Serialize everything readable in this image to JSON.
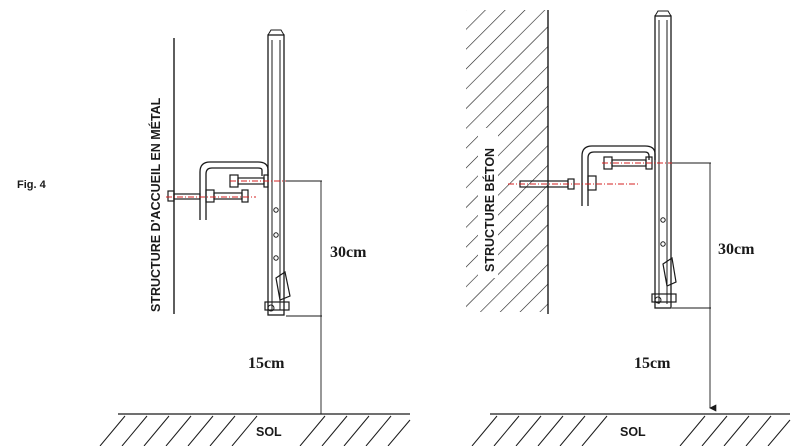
{
  "figure_label": "Fig. 4",
  "left_panel": {
    "structure_label": "STRUCTURE D'ACCUEIL EN MÉTAL",
    "dim_upper": "30cm",
    "dim_lower": "15cm",
    "ground_label": "SOL"
  },
  "right_panel": {
    "structure_label": "STRUCTURE BÉTON",
    "dim_upper": "30cm",
    "dim_lower": "15cm",
    "ground_label": "SOL"
  },
  "colors": {
    "line": "#1a1a1a",
    "axis": "#d42020"
  }
}
